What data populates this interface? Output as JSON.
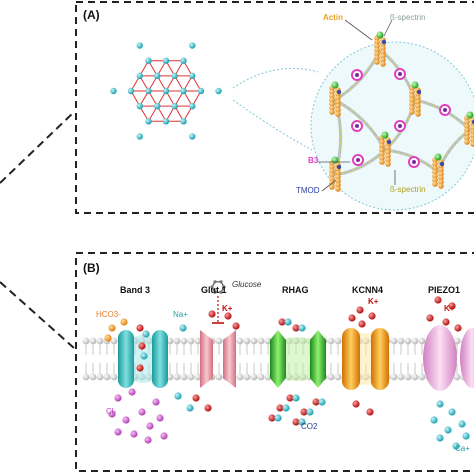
{
  "panel_a": {
    "letter": "(A)",
    "labels": {
      "actin": "Actin",
      "beta_spectrin_top": "ß-spectrin",
      "b3": "B3",
      "tmod": "TMOD",
      "beta_spectrin_bottom": "ß-spectrin"
    }
  },
  "panel_b": {
    "letter": "(B)",
    "proteins": [
      "Band 3",
      "Glut 1",
      "RHAG",
      "KCNN4",
      "PIEZO1"
    ],
    "ions": {
      "hco3": "HCO3-",
      "na": "Na+",
      "glucose": "Glucose",
      "k1": "K+",
      "k2": "K+",
      "k3": "K+",
      "cl": "Cl-",
      "co2": "CO2",
      "ca": "Ca+"
    }
  },
  "colors": {
    "actin": "#f0a020",
    "spectrin": "#9aa6a6",
    "b3": "#e040c0",
    "tmod": "#2a3a9a",
    "band3": "#40c0c0",
    "glut1": "#f0a0b0",
    "rhag": "#40c040",
    "kcnn4": "#f0a020",
    "piezo1": "#f0b0e0",
    "node": "#40c0d0",
    "edge": "#e03030"
  }
}
